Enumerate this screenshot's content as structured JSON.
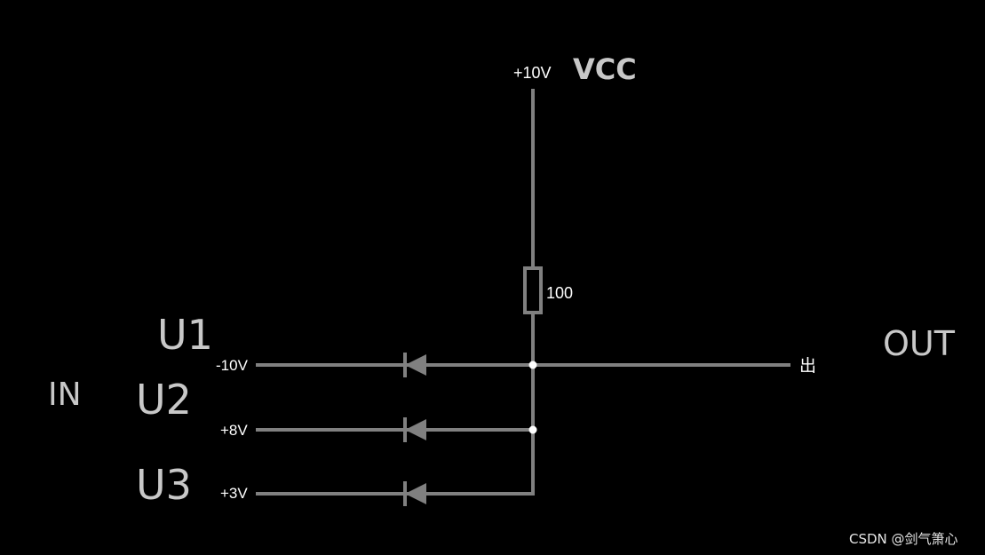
{
  "supply": {
    "voltage": "+10V",
    "name": "VCC"
  },
  "resistor": {
    "value": "100"
  },
  "inputs": {
    "group_label": "IN",
    "items": [
      {
        "name": "U1",
        "voltage": "-10V"
      },
      {
        "name": "U2",
        "voltage": "+8V"
      },
      {
        "name": "U3",
        "voltage": "+3V"
      }
    ]
  },
  "output": {
    "name": "OUT",
    "terminal": "出"
  },
  "watermark": "CSDN @剑气箫心",
  "colors": {
    "background": "#000000",
    "wire": "#808080",
    "node": "#ffffff",
    "label_big": "#c8c8c8",
    "label_small": "#ffffff"
  }
}
